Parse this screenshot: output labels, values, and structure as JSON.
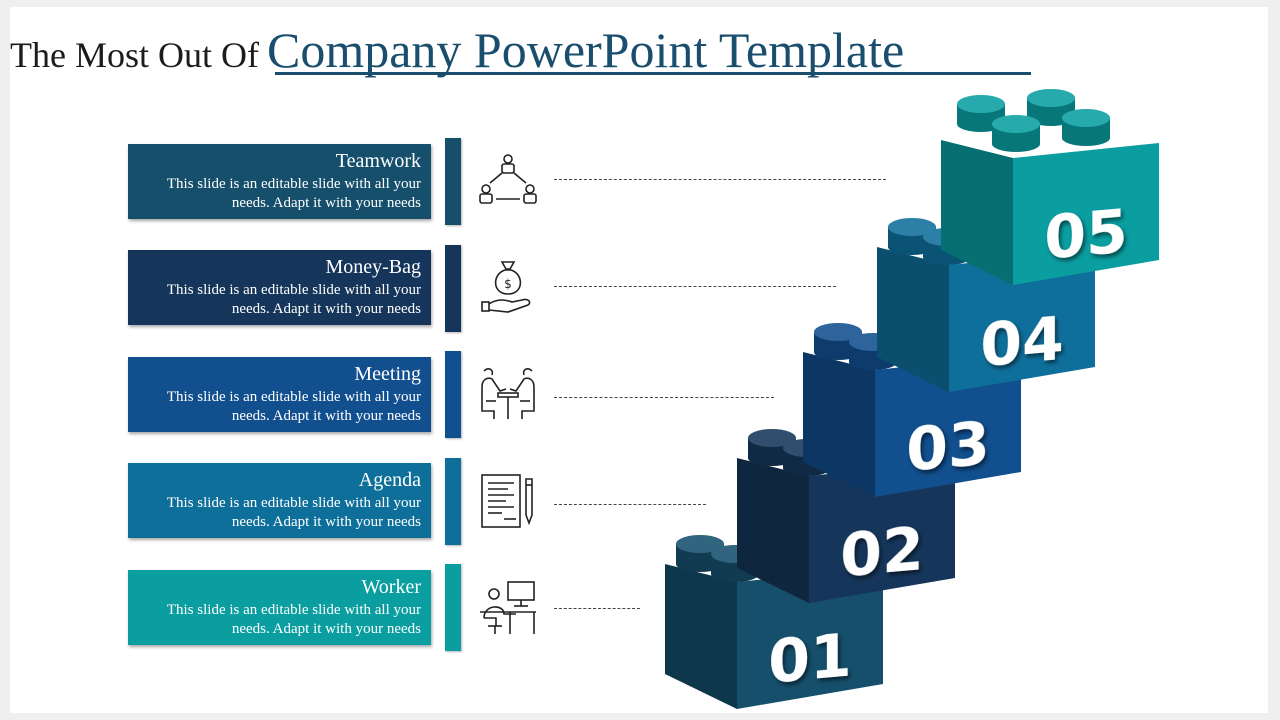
{
  "title": {
    "lead": "The Most Out Of",
    "main": "Company PowerPoint Template"
  },
  "items": [
    {
      "heading": "Teamwork",
      "desc": "This slide is an editable slide with all your needs. Adapt it with your needs",
      "icon": "teamwork-icon",
      "color": "#154f6c"
    },
    {
      "heading": "Money-Bag",
      "desc": "This slide is an editable slide with all your needs. Adapt it with your needs",
      "icon": "money-bag-icon",
      "color": "#15365a"
    },
    {
      "heading": "Meeting",
      "desc": "This slide is an editable slide with all your needs. Adapt it with your needs",
      "icon": "meeting-icon",
      "color": "#114f8f"
    },
    {
      "heading": "Agenda",
      "desc": "This slide is an editable slide with all your needs. Adapt it with your needs",
      "icon": "agenda-icon",
      "color": "#0f6f9b"
    },
    {
      "heading": "Worker",
      "desc": "This slide is an editable slide with all your needs. Adapt it with your needs",
      "icon": "worker-icon",
      "color": "#0a9ea1"
    }
  ],
  "blocks": [
    {
      "label": "01",
      "color": "#154f6c"
    },
    {
      "label": "02",
      "color": "#15365a"
    },
    {
      "label": "03",
      "color": "#114f8f"
    },
    {
      "label": "04",
      "color": "#0f6f9b"
    },
    {
      "label": "05",
      "color": "#0a9ea1"
    }
  ]
}
